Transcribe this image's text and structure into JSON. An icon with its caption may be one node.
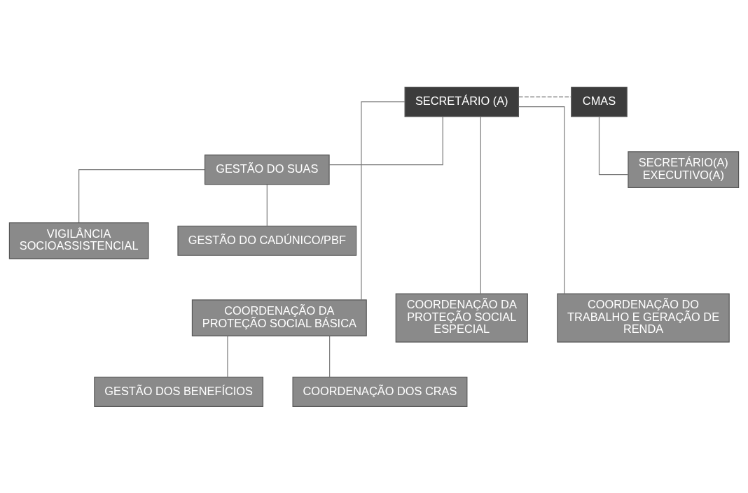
{
  "diagram": {
    "nodes": [
      {
        "text": [
          "SECRETÁRIO (A)"
        ]
      },
      {
        "text": [
          "CMAS"
        ]
      },
      {
        "text": [
          "SECRETÁRIO(A) EXECUTIVO(A)"
        ]
      },
      {
        "text": [
          "GESTÃO DO SUAS"
        ]
      },
      {
        "text": [
          "VIGILÂNCIA SOCIOASSISTENCIAL"
        ]
      },
      {
        "text": [
          "GESTÃO DO CADÚNICO/PBF"
        ]
      },
      {
        "text": [
          "COORDENAÇÃO DA PROTEÇÃO SOCIAL BÁSICA"
        ]
      },
      {
        "text": [
          "COORDENAÇÃO DA PROTEÇÃO SOCIAL ESPECIAL"
        ]
      },
      {
        "text": [
          "COORDENAÇÃO DO TRABALHO E GERAÇÃO DE RENDA"
        ]
      },
      {
        "text": [
          "GESTÃO DOS BENEFÍCIOS"
        ]
      },
      {
        "text": [
          "COORDENAÇÃO DOS CRAS"
        ]
      }
    ],
    "edges": [
      {
        "from": 0,
        "to": 1,
        "arrow": "none",
        "style": "dashed"
      },
      {
        "from": 1,
        "to": 2,
        "arrow": "none"
      },
      {
        "from": 0,
        "to": 3,
        "arrow": "none"
      },
      {
        "from": 3,
        "to": 4,
        "arrow": "none"
      },
      {
        "from": 3,
        "to": 5,
        "arrow": "none"
      },
      {
        "from": 0,
        "to": 6,
        "arrow": "none"
      },
      {
        "from": 0,
        "to": 7,
        "arrow": "none"
      },
      {
        "from": 0,
        "to": 8,
        "arrow": "none"
      },
      {
        "from": 6,
        "to": 9,
        "arrow": "none"
      },
      {
        "from": 6,
        "to": 10,
        "arrow": "none"
      }
    ]
  }
}
